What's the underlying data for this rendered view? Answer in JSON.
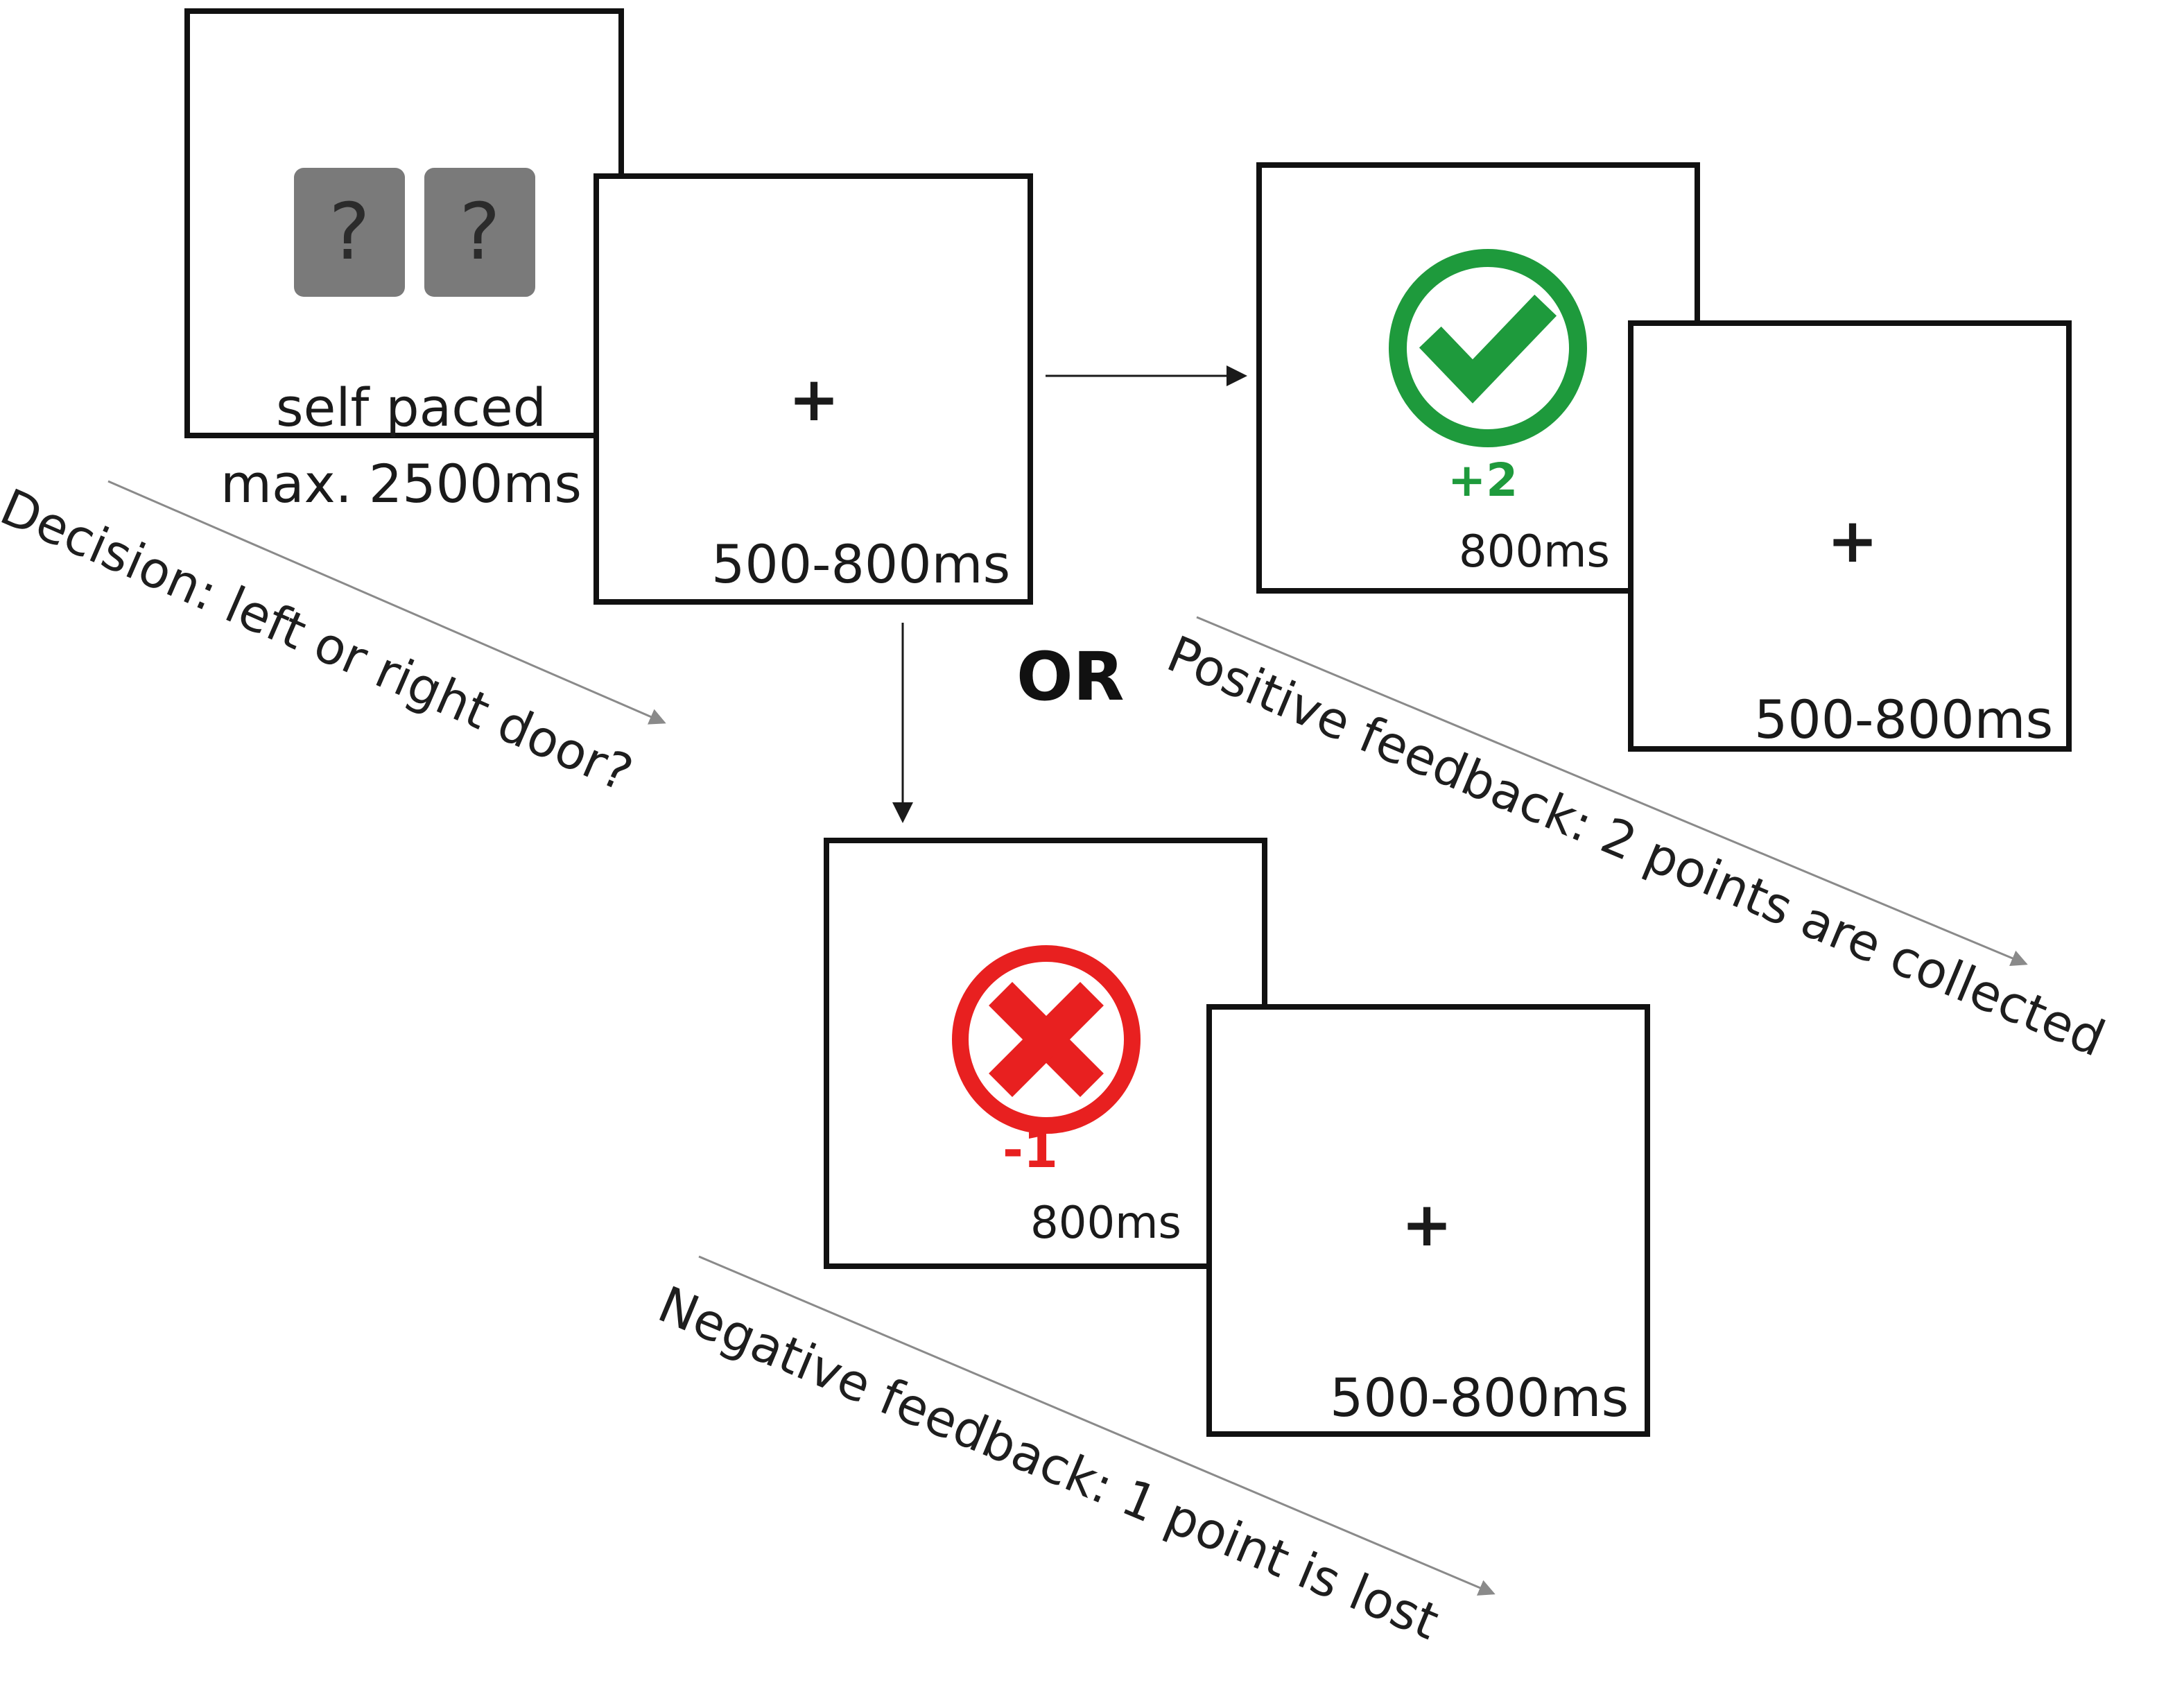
{
  "decision_screen": {
    "door_symbol": "?",
    "timing_label": "self paced",
    "max_label": "max. 2500ms"
  },
  "fixation": {
    "symbol": "+",
    "timing_label": "500-800ms"
  },
  "positive_screen": {
    "icon": "check-circle-icon",
    "points": "+2",
    "timing_label": "800ms",
    "color": "#1e9a3c"
  },
  "negative_screen": {
    "icon": "x-circle-icon",
    "points": "-1",
    "timing_label": "800ms",
    "color": "#e82020"
  },
  "or_label": "OR",
  "captions": {
    "decision": "Decision: left or right door?",
    "positive": "Positive feedback: 2 points are collected",
    "negative": "Negative feedback: 1 point is lost"
  }
}
